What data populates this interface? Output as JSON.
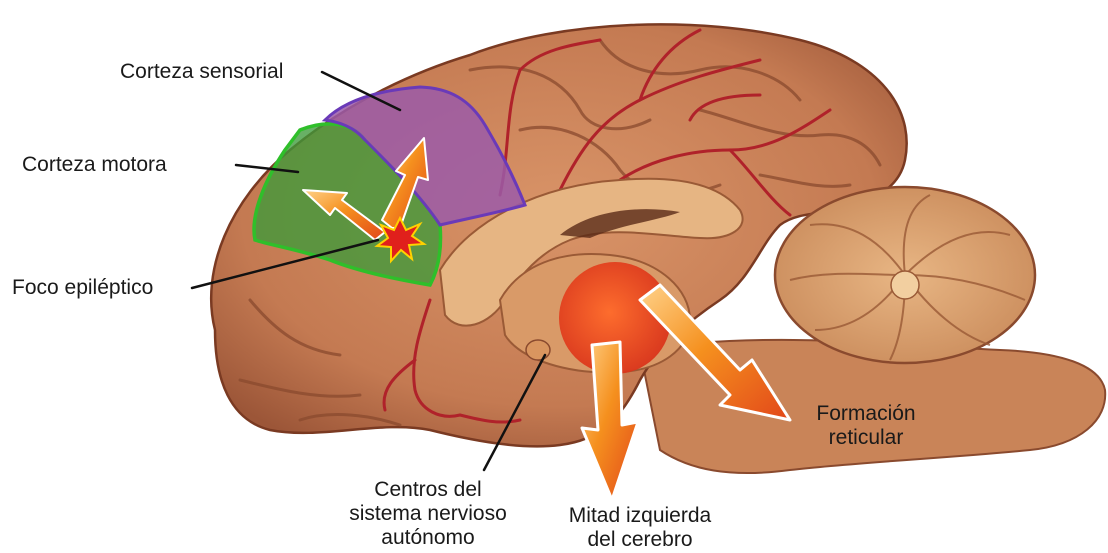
{
  "labels": {
    "sensory_cortex": "Corteza sensorial",
    "motor_cortex": "Corteza motora",
    "epileptic_focus": "Foco epiléptico",
    "autonomic_centers": [
      "Centros del",
      "sistema nervioso",
      "autónomo"
    ],
    "left_hemisphere": [
      "Mitad izquierda",
      "del cerebro"
    ],
    "reticular_formation": [
      "Formación",
      "reticular"
    ]
  },
  "colors": {
    "brain_tissue": "#c8805a",
    "brain_dark": "#8a4a2e",
    "vessel": "#b0222a",
    "sensory_region": "#9b5aa8",
    "sensory_border": "#6a3ab8",
    "motor_region": "#3e9a3a",
    "motor_border": "#2fbf2a",
    "arrow_fill": "#f07a18",
    "arrow_edge": "#ffffff",
    "focus_star": "#e0201c",
    "hot_spot": "#e8401c",
    "cerebellum": "#d9a06e",
    "corpus_callosum": "#e6b583"
  }
}
